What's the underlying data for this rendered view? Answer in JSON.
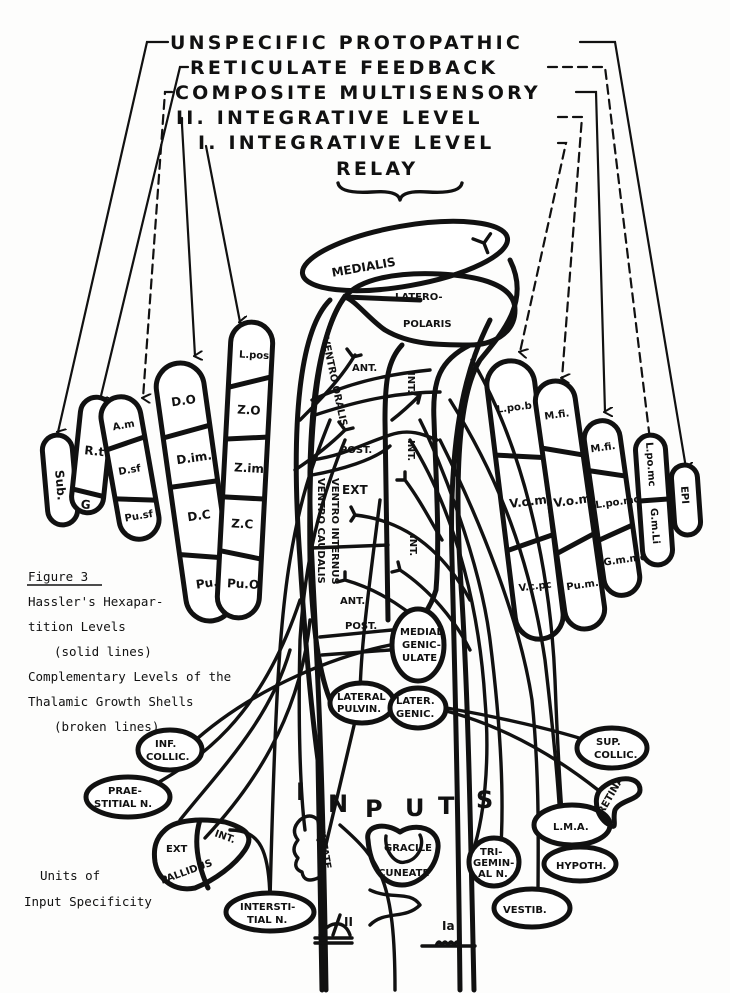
{
  "levels": {
    "unspecific": "UNSPECIFIC PROTOPATHIC",
    "reticulate": "RETICULATE FEEDBACK",
    "composite": "COMPOSITE MULTISENSORY",
    "integrative2": "II. INTEGRATIVE LEVEL",
    "integrative1": "I. INTEGRATIVE LEVEL",
    "relay": "RELAY"
  },
  "legend": {
    "figure": "Figure 3",
    "line1": "Hassler's Hexapar-",
    "line2": "tition Levels",
    "line3": "(solid lines)",
    "line4": "Complementary Levels of the",
    "line5": "Thalamic Growth Shells",
    "line6": "(broken lines)",
    "units1": "Units of",
    "units2": "Input Specificity"
  },
  "left_lobes": [
    {
      "parts": [
        "Sub."
      ]
    },
    {
      "parts": [
        "R.t.",
        "G"
      ]
    },
    {
      "parts": [
        "A.m",
        "D.sf",
        "Pu.sf"
      ]
    },
    {
      "parts": [
        "D.O",
        "D.im.",
        "D.C",
        "Pu.V"
      ]
    },
    {
      "parts": [
        "L.pos",
        "Z.O",
        "Z.im",
        "Z.C",
        "Pu.O"
      ]
    }
  ],
  "right_lobes": [
    {
      "parts": [
        "L.po.b",
        "V.o.m",
        "V.c.pc"
      ]
    },
    {
      "parts": [
        "M.fi.",
        "V.o.m",
        "Pu.m."
      ]
    },
    {
      "parts": [
        "M.fi.",
        "L.po.mc",
        "G.m.mc"
      ]
    },
    {
      "parts": [
        "L.po.mc",
        "G.m.Li"
      ]
    },
    {
      "parts": [
        "EPI"
      ]
    }
  ],
  "thalamus": {
    "medialis": "MEDIALIS",
    "latero": "LATERO-",
    "polaris": "POLARIS",
    "ventro_oralis": "VENTRO ORALIS",
    "ventro_internus": "VENTRO INTERNUS",
    "ventro_caudalis": "VENTRO CAUDALIS",
    "ant1": "ANT.",
    "post1": "POST.",
    "ext": "EXT",
    "ant2": "ANT.",
    "post2": "POST.",
    "int1": "INT.",
    "int2": "INT.",
    "int3": "INT."
  },
  "nuclei": {
    "medial_geniculate": [
      "MEDIAL",
      "GENIC-",
      "ULATE"
    ],
    "lateral_pulvinar": [
      "LATERAL",
      "PULVIN."
    ],
    "lateral_geniculate": [
      "LATER.",
      "GENIC."
    ],
    "inf_collic": [
      "INF.",
      "COLLIC."
    ],
    "praestitial": [
      "PRAE-",
      "STITIAL N."
    ],
    "pallidus_ext": "EXT",
    "pallidus_int": "INT.",
    "pallidus": "PALLIDUS",
    "interstitial": [
      "INTERSTI-",
      "TIAL N."
    ],
    "dentate": "DENTATE",
    "gracile": "GRACILE",
    "cuneate": "CUNEATE",
    "trigeminal": [
      "TRI-",
      "GEMIN-",
      "AL N."
    ],
    "vestib": "VESTIB.",
    "lma": "L.M.A.",
    "hypoth": "HYPOTH.",
    "sup_collic": [
      "SUP.",
      "COLLIC."
    ],
    "retina": "RETINA",
    "roman_ii": "II",
    "ia": "Ia"
  },
  "inputs": [
    "I",
    "N",
    "P",
    "U",
    "T",
    "S"
  ]
}
